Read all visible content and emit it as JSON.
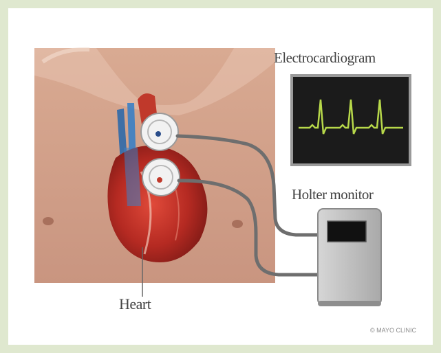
{
  "labels": {
    "ecg": "Electrocardiogram",
    "holter": "Holter monitor",
    "heart": "Heart",
    "copyright": "© MAYO CLINIC"
  },
  "colors": {
    "background_border": "#dfe8cf",
    "ecg_trace": "#b7d84a",
    "monitor_body": "#bdbdbd",
    "heart": "#c0392b",
    "vessel_blue": "#3b7fc4"
  }
}
